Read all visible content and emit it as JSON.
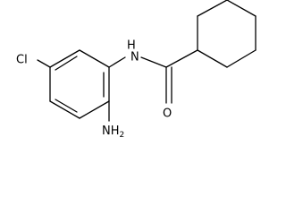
{
  "molecule": {
    "atoms": {
      "chlorine": "Cl",
      "amide_nitrogen": "N",
      "amide_hydrogen": "H",
      "carbonyl_oxygen": "O",
      "amine_nitrogen": "NH",
      "amine_subscript": "2"
    },
    "colors": {
      "bond": "#000000",
      "label": "#000000",
      "background": "#ffffff"
    }
  }
}
